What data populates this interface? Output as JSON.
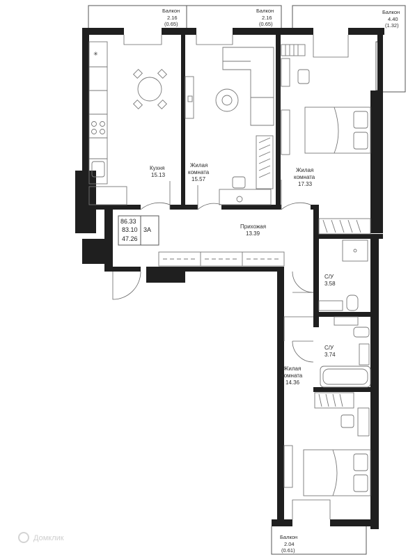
{
  "summary": {
    "total_area": "86.33",
    "area_without_balcony": "83.10",
    "living_area": "47.26",
    "layout_code": "3A"
  },
  "rooms": [
    {
      "id": "balcony-1",
      "name": "Балкон",
      "area": "2.16",
      "sub": "(0.65)"
    },
    {
      "id": "balcony-2",
      "name": "Балкон",
      "area": "2.16",
      "sub": "(0.65)"
    },
    {
      "id": "balcony-3",
      "name": "Балкон",
      "area": "4.40",
      "sub": "(1.32)"
    },
    {
      "id": "kitchen",
      "name": "Кухня",
      "area": "15.13"
    },
    {
      "id": "living-1",
      "name_line1": "Жилая",
      "name_line2": "комната",
      "area": "15.57"
    },
    {
      "id": "living-2",
      "name_line1": "Жилая",
      "name_line2": "комната",
      "area": "17.33"
    },
    {
      "id": "hallway",
      "name": "Прихожая",
      "area": "13.39"
    },
    {
      "id": "bath-1",
      "name": "С/У",
      "area": "3.58"
    },
    {
      "id": "bath-2",
      "name": "С/У",
      "area": "3.74"
    },
    {
      "id": "living-3",
      "name_line1": "Жилая",
      "name_line2": "комната",
      "area": "14.36"
    },
    {
      "id": "balcony-4",
      "name": "Балкон",
      "area": "2.04",
      "sub": "(0.61)"
    }
  ],
  "watermark": "Домклик"
}
